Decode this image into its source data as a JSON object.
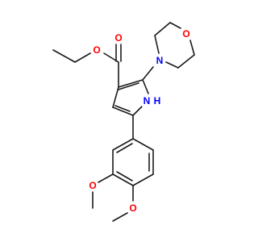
{
  "molecule": {
    "atoms": {
      "carbonyl_o": "O",
      "ester_o": "O",
      "morpholine_n": "N",
      "morpholine_o": "O",
      "pyrrole_n": "N",
      "pyrrole_h": "H",
      "methoxy_o_upper": "O",
      "methoxy_o_lower": "O"
    },
    "colors": {
      "bond": "#1a1a1a",
      "oxygen": "#ff0000",
      "nitrogen": "#0000ff"
    }
  }
}
